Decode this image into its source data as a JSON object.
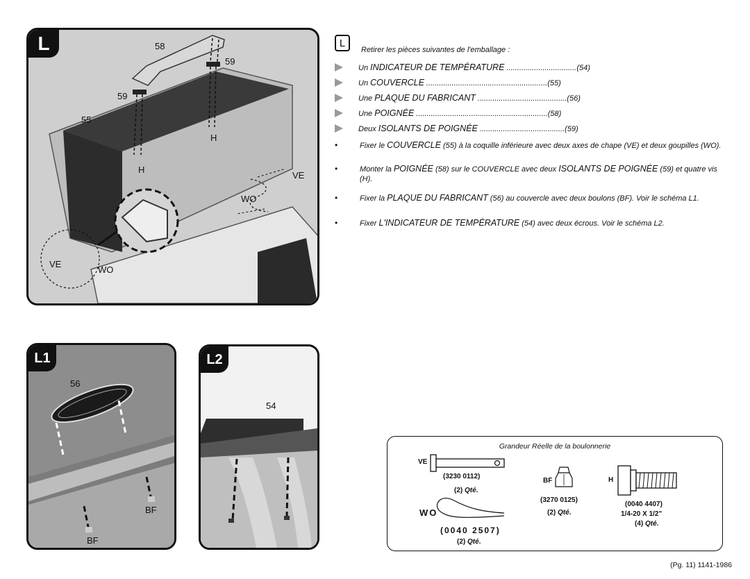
{
  "figures": {
    "L": {
      "tag": "L",
      "labels": {
        "c58": "58",
        "c59a": "59",
        "c59b": "59",
        "c55": "55",
        "h1": "H",
        "h2": "H",
        "ve1": "VE",
        "ve2": "VE",
        "wo1": "WO",
        "wo2": "WO"
      }
    },
    "L1": {
      "tag": "L1",
      "labels": {
        "c56": "56",
        "bf1": "BF",
        "bf2": "BF"
      }
    },
    "L2": {
      "tag": "L2",
      "labels": {
        "c54": "54"
      }
    }
  },
  "instructions": {
    "step": "L",
    "intro": "Retirer les pièces suivantes de l'emballage :",
    "parts": [
      {
        "pre": "Un ",
        "name": "INDICATEUR DE TEMPÉRATURE",
        "dots": " .................................",
        "ref": "(54)"
      },
      {
        "pre": "Un ",
        "name": "COUVERCLE",
        "dots": " .........................................................",
        "ref": "(55)"
      },
      {
        "pre": "Une ",
        "name": "PLAQUE DU FABRICANT",
        "dots": " ..........................................",
        "ref": "(56)"
      },
      {
        "pre": "Une ",
        "name": "POIGNÉE",
        "dots": " ..............................................................",
        "ref": "(58)"
      },
      {
        "pre": "Deux ",
        "name": "ISOLANTS DE POIGNÉE",
        "dots": " ........................................",
        "ref": "(59)"
      }
    ],
    "bullet_glyph": "•",
    "steps": [
      {
        "a": "Fixer le ",
        "b": "COUVERCLE",
        "c": " (55) à la coquille inférieure avec deux axes de chape (VE) et deux goupilles (WO)."
      },
      {
        "a": "Monter la ",
        "b": "POIGNÉE",
        "c": " (58) sur le COUVERCLE avec deux ",
        "d": "ISOLANTS DE POIGNÉE",
        "e": " (59) et quatre vis (H)."
      },
      {
        "a": "Fixer la ",
        "b": "PLAQUE DU FABRICANT",
        "c": " (56) au couvercle avec deux boulons (BF).  Voir le schéma L1."
      },
      {
        "a": "Fixer ",
        "b": "L'INDICATEUR DE TEMPÉRATURE",
        "c": " (54) avec deux écrous.   Voir le schéma L2."
      }
    ]
  },
  "hardware": {
    "title": "Grandeur Réelle de la boulonnerie",
    "qty_word": "Qté",
    "ve": {
      "code": "VE",
      "part": "(3230 0112)",
      "qty": "(2) "
    },
    "wo": {
      "code": "WO",
      "part": "(0040 2507)",
      "qty": "(2) "
    },
    "bf": {
      "code": "BF",
      "part": "(3270 0125)",
      "qty": "(2) "
    },
    "h": {
      "code": "H",
      "part": "(0040 4407)",
      "size": "1/4-20 X 1/2\"",
      "qty": "(4) "
    }
  },
  "footer": "(Pg. 11) 1141-1986",
  "colors": {
    "panel_bg": "#cfcfcf",
    "lid": "#3a3a3a",
    "arrow": "#9a9a9a"
  }
}
